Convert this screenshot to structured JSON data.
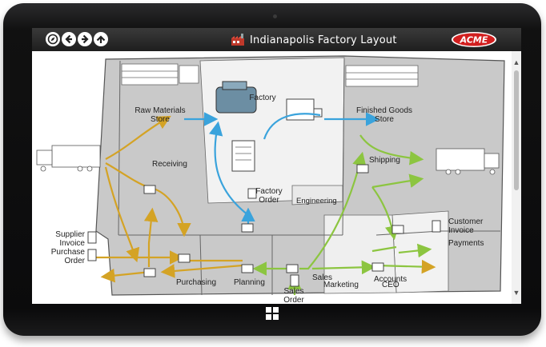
{
  "window": {
    "title": "Indianapolis Factory Layout",
    "brand": "ACME"
  },
  "nav": [
    "compass-icon",
    "back-icon",
    "forward-icon",
    "up-icon"
  ],
  "rooms": {
    "raw_materials": [
      "Raw Materials",
      "Store"
    ],
    "factory": "Factory",
    "finished_goods": [
      "Finished Goods",
      "Store"
    ],
    "receiving": "Receiving",
    "shipping": "Shipping",
    "factory_order": [
      "Factory",
      "Order"
    ],
    "engineering": "Engineering",
    "purchasing": "Purchasing",
    "planning": "Planning",
    "sales": "Sales",
    "accounts": "Accounts",
    "marketing": "Marketing",
    "ceo": "CEO"
  },
  "documents": {
    "supplier_invoice": [
      "Supplier",
      "Invoice"
    ],
    "purchase_order": [
      "Purchase",
      "Order"
    ],
    "customer_invoice": [
      "Customer",
      "Invoice"
    ],
    "payments": "Payments",
    "sales_order": [
      "Sales",
      "Order"
    ]
  },
  "colors": {
    "material_flow": "#d4a325",
    "production_flow": "#3aa3dc",
    "sales_flow": "#8cc540",
    "floor": "#c9c9c9"
  }
}
